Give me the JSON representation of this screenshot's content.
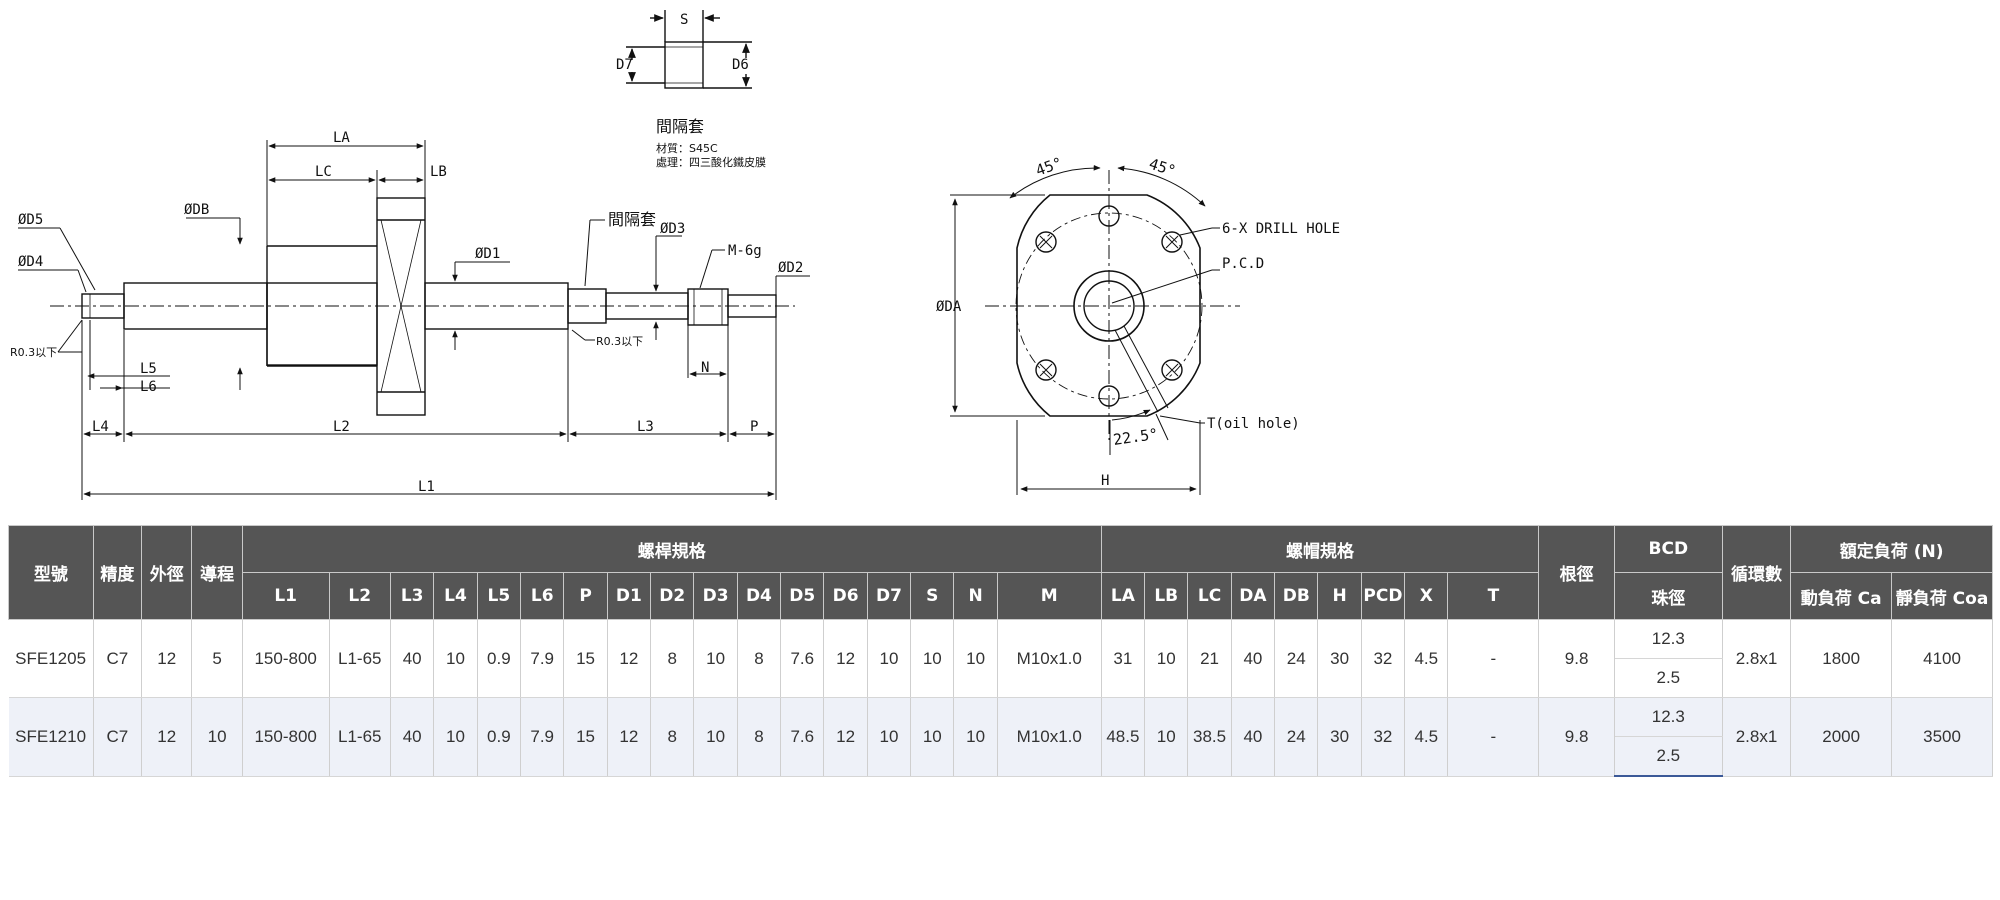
{
  "drawing": {
    "spacer_title": "間隔套",
    "spacer_material": "材質：S45C",
    "spacer_treatment": "處理：四三酸化鐵皮膜",
    "labels": {
      "S": "S",
      "D7": "D7",
      "D6": "D6",
      "LA": "LA",
      "LC": "LC",
      "LB": "LB",
      "DB": "ØDB",
      "D5": "ØD5",
      "D4": "ØD4",
      "D1": "ØD1",
      "D3": "ØD3",
      "D2": "ØD2",
      "spacer_callout": "間隔套",
      "M": "M-6g",
      "R_left": "R0.3以下",
      "R_right": "R0.3以下",
      "L5": "L5",
      "L6": "L6",
      "N": "N",
      "L4": "L4",
      "L2": "L2",
      "L3": "L3",
      "P": "P",
      "L1": "L1",
      "angle_left": "45°",
      "angle_right": "45°",
      "drill": "6-X DRILL HOLE",
      "pcd": "P.C.D",
      "DA": "ØDA",
      "oil": "T(oil hole)",
      "angle_oil": "22.5°",
      "H": "H"
    }
  },
  "table": {
    "headers": {
      "model": "型號",
      "accuracy": "精度",
      "od": "外徑",
      "lead": "導程",
      "screw_spec": "螺桿規格",
      "nut_spec": "螺帽規格",
      "root_dia": "根徑",
      "bcd": "BCD",
      "ball_dia": "珠徑",
      "cycles": "循環數",
      "rated_load": "額定負荷 (N)",
      "dynamic": "動負荷 Ca",
      "static": "靜負荷 Coa"
    },
    "screw_cols": [
      "L1",
      "L2",
      "L3",
      "L4",
      "L5",
      "L6",
      "P",
      "D1",
      "D2",
      "D3",
      "D4",
      "D5",
      "D6",
      "D7",
      "S",
      "N",
      "M"
    ],
    "nut_cols": [
      "LA",
      "LB",
      "LC",
      "DA",
      "DB",
      "H",
      "PCD",
      "X",
      "T"
    ],
    "rows": [
      {
        "model": "SFE1205",
        "accuracy": "C7",
        "od": "12",
        "lead": "5",
        "screw": [
          "150-800",
          "L1-65",
          "40",
          "10",
          "0.9",
          "7.9",
          "15",
          "12",
          "8",
          "10",
          "8",
          "7.6",
          "12",
          "10",
          "10",
          "10",
          "M10x1.0"
        ],
        "nut": [
          "31",
          "10",
          "21",
          "40",
          "24",
          "30",
          "32",
          "4.5",
          "-"
        ],
        "root_dia": "9.8",
        "bcd": "12.3",
        "ball_dia": "2.5",
        "cycles": "2.8x1",
        "dynamic": "1800",
        "static": "4100"
      },
      {
        "model": "SFE1210",
        "accuracy": "C7",
        "od": "12",
        "lead": "10",
        "screw": [
          "150-800",
          "L1-65",
          "40",
          "10",
          "0.9",
          "7.9",
          "15",
          "12",
          "8",
          "10",
          "8",
          "7.6",
          "12",
          "10",
          "10",
          "10",
          "M10x1.0"
        ],
        "nut": [
          "48.5",
          "10",
          "38.5",
          "40",
          "24",
          "30",
          "32",
          "4.5",
          "-"
        ],
        "root_dia": "9.8",
        "bcd": "12.3",
        "ball_dia": "2.5",
        "cycles": "2.8x1",
        "dynamic": "2000",
        "static": "3500"
      }
    ]
  }
}
